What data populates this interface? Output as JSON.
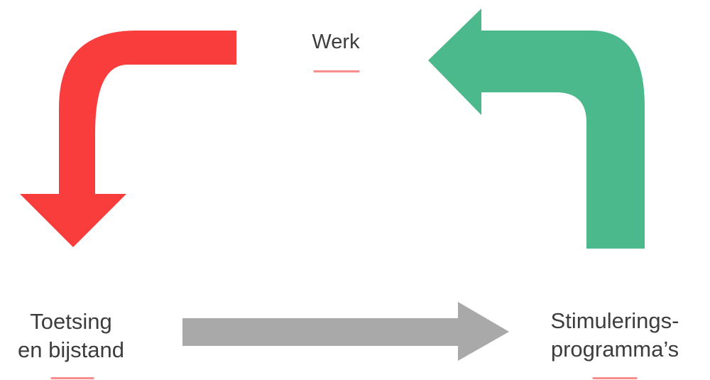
{
  "diagram": {
    "work": {
      "label": "Werk"
    },
    "assessment": {
      "line1": "Toetsing",
      "line2": "en bijstand"
    },
    "incentive": {
      "line1": "Stimulerings-",
      "line2": "programma’s"
    }
  },
  "icons": {
    "red_arrow": "curved-arrow-down-left",
    "green_arrow": "curved-arrow-left-from-below",
    "gray_arrow": "arrow-right"
  },
  "colors": {
    "background": "#ffffff",
    "text": "#3d3d3d",
    "underline": "#f98c8c",
    "arrow_red": "#f93c3c",
    "arrow_green": "#4bb98c",
    "arrow_gray": "#a9a9a9"
  }
}
